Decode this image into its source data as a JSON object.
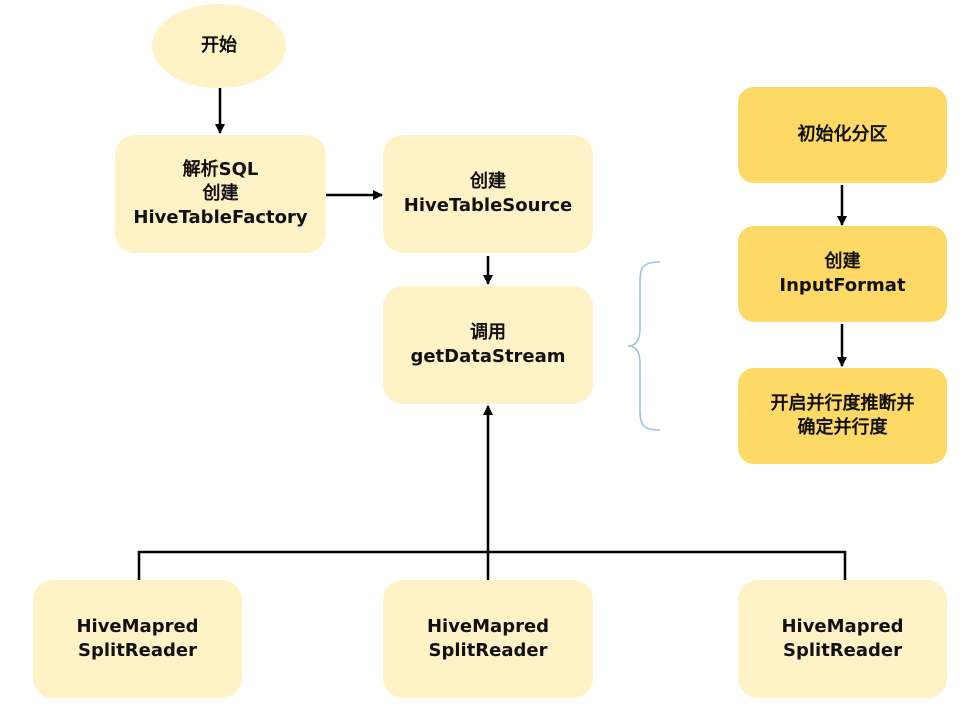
{
  "nodes": {
    "start": [
      "开始"
    ],
    "parse": [
      "解析SQL",
      "创建",
      "HiveTableFactory"
    ],
    "create_source": [
      "创建",
      "HiveTableSource"
    ],
    "get_stream": [
      "调用",
      "getDataStream"
    ],
    "init_partition": [
      "初始化分区"
    ],
    "create_input": [
      "创建",
      "InputFormat"
    ],
    "parallel": [
      "开启并行度推断并",
      "确定并行度"
    ],
    "reader_left": [
      "HiveMapred",
      "SplitReader"
    ],
    "reader_mid": [
      "HiveMapred",
      "SplitReader"
    ],
    "reader_right": [
      "HiveMapred",
      "SplitReader"
    ]
  },
  "colors": {
    "light_fill": "#fff2c6",
    "dark_fill": "#ffd966",
    "brace": "#9dc3e6",
    "line": "#000000"
  }
}
